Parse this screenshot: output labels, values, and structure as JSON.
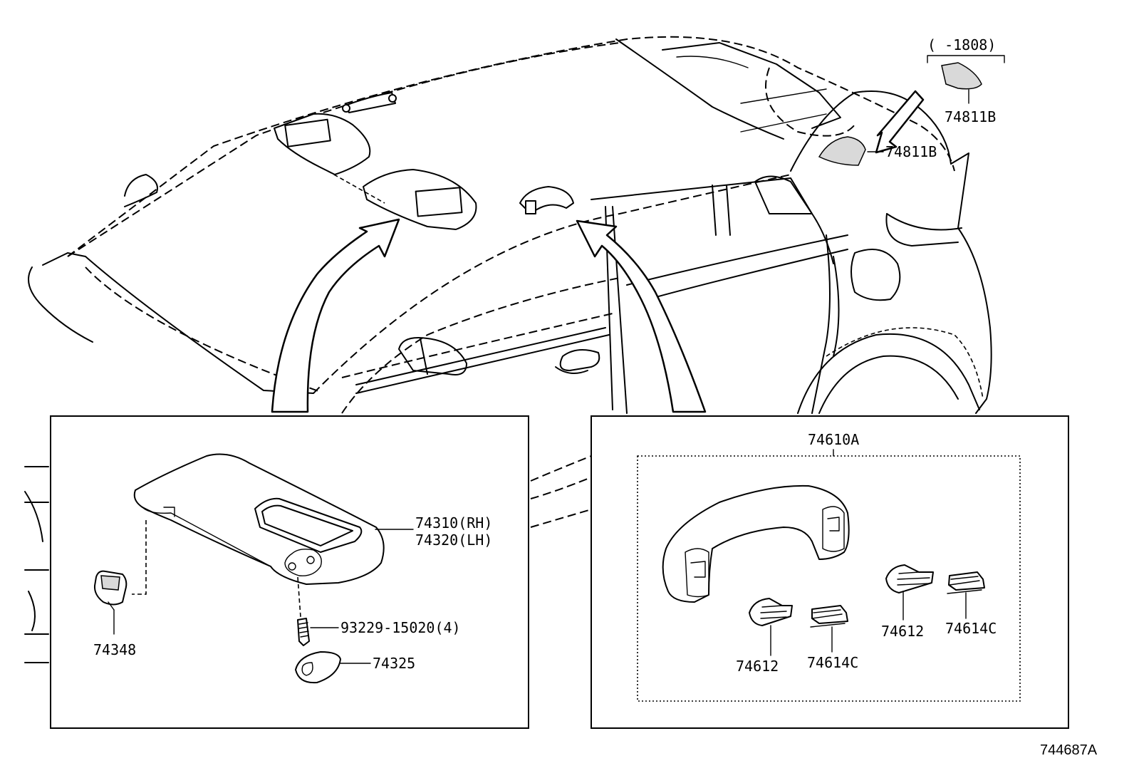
{
  "labels": {
    "date_note": "(      -1808)",
    "pad_top": "74811B",
    "pad_roof": "74811B",
    "visor": "74310(RH)",
    "visor_lh": "74320(LH)",
    "holder": "74348",
    "screw": "93229-15020(4)",
    "cover": "74325",
    "grip_assy": "74610A",
    "grip_cover_1": "74612",
    "grip_clip_1": "74614C",
    "grip_cover_2": "74612",
    "grip_clip_2": "74614C",
    "diagram_id": "744687A"
  }
}
